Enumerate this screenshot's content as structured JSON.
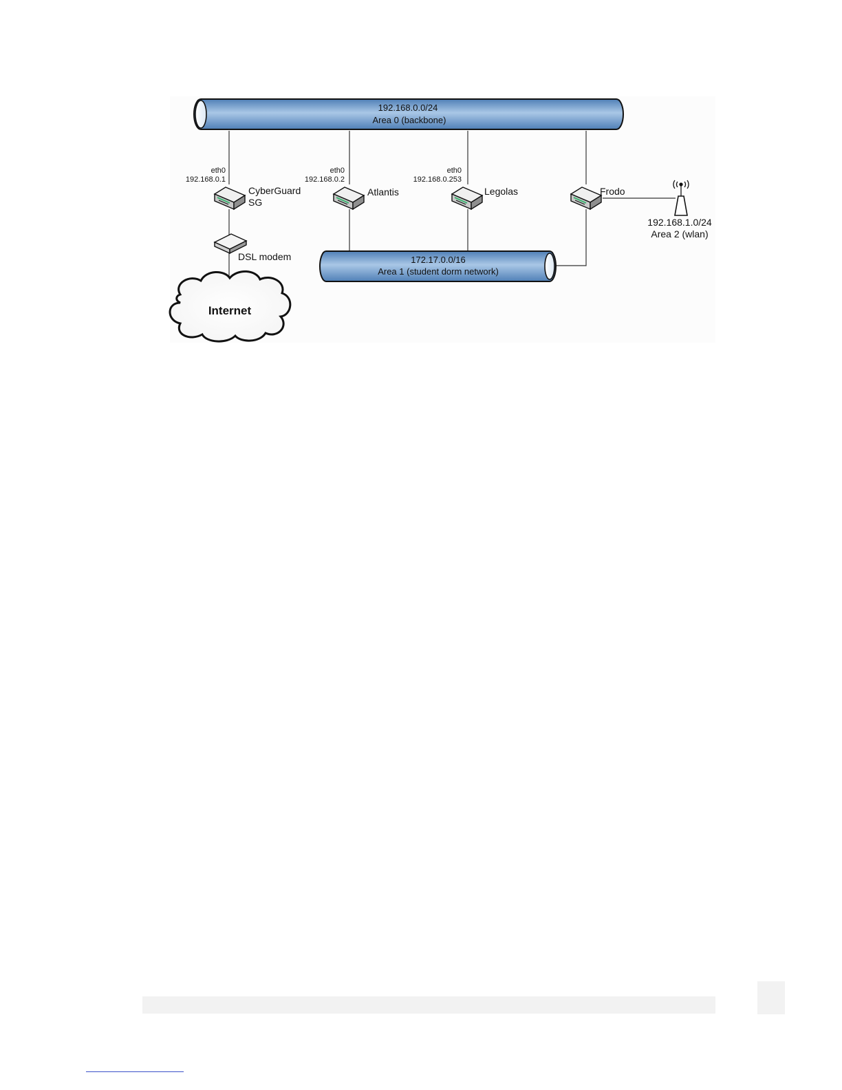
{
  "diagram": {
    "backbone": {
      "network": "192.168.0.0/24",
      "area": "Area 0 (backbone)"
    },
    "area1": {
      "network": "172.17.0.0/16",
      "area": "Area 1 (student dorm network)"
    },
    "wlan": {
      "network": "192.168.1.0/24",
      "area": "Area 2 (wlan)"
    },
    "routers": [
      {
        "name_line1": "CyberGuard",
        "name_line2": "SG",
        "iface": "eth0",
        "ip": "192.168.0.1"
      },
      {
        "name_line1": "Atlantis",
        "iface": "eth0",
        "ip": "192.168.0.2"
      },
      {
        "name_line1": "Legolas",
        "iface": "eth0",
        "ip": "192.168.0.253"
      },
      {
        "name_line1": "Frodo"
      }
    ],
    "modem_label": "DSL modem",
    "cloud_label": "Internet"
  },
  "colors": {
    "pipe_light": "#a9c7e6",
    "pipe_dark": "#4f7fb6",
    "router_body": "#d9d9d9",
    "router_led": "#3cb371"
  }
}
